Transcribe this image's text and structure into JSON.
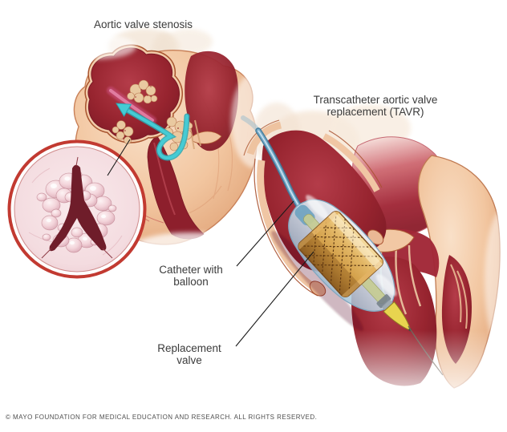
{
  "labels": {
    "stenosis": "Aortic valve stenosis",
    "tavr": "Transcatheter aortic valve\nreplacement (TAVR)",
    "catheter_balloon": "Catheter with\nballoon",
    "replacement_valve": "Replacement\nvalve"
  },
  "footer": {
    "copyright": "© MAYO FOUNDATION FOR MEDICAL EDUCATION AND RESEARCH. ALL RIGHTS RESERVED."
  },
  "colors": {
    "chamber_red": "#8d1f2c",
    "muscle_peach": "#f2c4a0",
    "wall_outline": "#a8502e",
    "flow_arrow_teal": "#45cbd4",
    "jet_magenta": "#d4578d",
    "catheter_blue": "#5d93b2",
    "balloon_blue": "#cfe2ee",
    "stent_gold": "#d9a14f",
    "stent_lattice_brown": "#5f3a14",
    "tip_yellow": "#e8d44f",
    "inset_ring_red": "#c23a31",
    "inset_pink": "#f6e2e6",
    "calcified_nodule_cream": "#e9c9a0",
    "calcified_nodule_pink": "#f3d4da",
    "label_text": "#3b3b3b",
    "footer_text": "#4f4f4f"
  }
}
